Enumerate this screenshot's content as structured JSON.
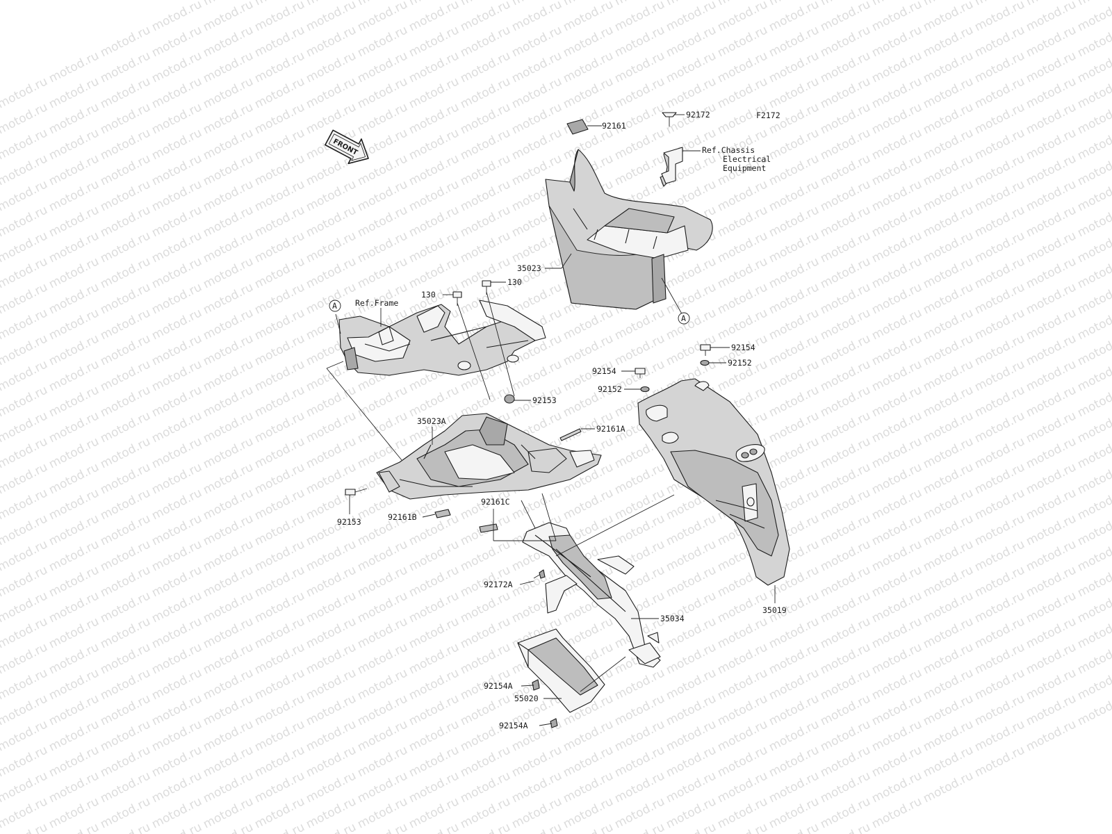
{
  "watermark": "motod.ru",
  "diagram_code": "F2172",
  "front_badge": "FRONT",
  "callout_letter": "A",
  "labels": {
    "p92161": "92161",
    "p92172": "92172",
    "ref_chassis_1": "Ref.Chassis",
    "ref_chassis_2": "Electrical",
    "ref_chassis_3": "Equipment",
    "p35023": "35023",
    "p130_a": "130",
    "p130_b": "130",
    "ref_frame": "Ref.Frame",
    "p92154_a": "92154",
    "p92152_a": "92152",
    "p92154_b": "92154",
    "p92152_b": "92152",
    "p92153_a": "92153",
    "p35023A": "35023A",
    "p92161A": "92161A",
    "p92153_b": "92153",
    "p92161B": "92161B",
    "p92161C": "92161C",
    "p92172A": "92172A",
    "p35034": "35034",
    "p35019": "35019",
    "p92154A_a": "92154A",
    "p55020": "55020",
    "p92154A_b": "92154A"
  },
  "colors": {
    "line": "#1c1c1c",
    "part_light": "#d4d4d4",
    "part_mid": "#bdbdbd",
    "watermark": "#dcdcdc"
  }
}
